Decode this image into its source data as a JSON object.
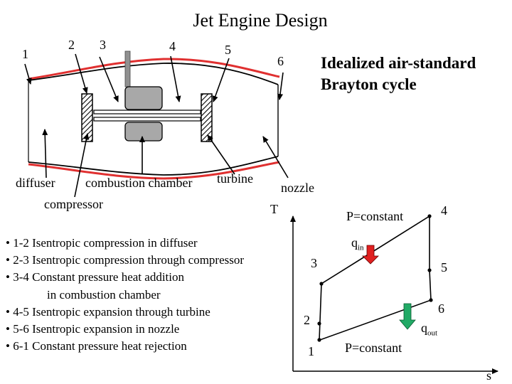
{
  "title": "Jet Engine Design",
  "stations": {
    "s1": "1",
    "s2": "2",
    "s3": "3",
    "s4": "4",
    "s5": "5",
    "s6": "6"
  },
  "components": {
    "diffuser": "diffuser",
    "combustion_chamber": "combustion chamber",
    "turbine": "turbine",
    "compressor": "compressor",
    "nozzle": "nozzle"
  },
  "cycle_heading": {
    "line1": "Idealized air-standard",
    "line2": "Brayton cycle"
  },
  "processes": [
    "• 1-2 Isentropic compression in diffuser",
    "• 2-3 Isentropic compression through compressor",
    "• 3-4 Constant pressure heat addition",
    "in combustion chamber",
    "• 4-5 Isentropic expansion through turbine",
    "• 5-6 Isentropic expansion in nozzle",
    "• 6-1 Constant pressure heat rejection"
  ],
  "ts_diagram": {
    "y_axis": "T",
    "x_axis": "s",
    "p_top": "P=constant",
    "p_bottom": "P=constant",
    "q_in": "q",
    "q_in_sub": "in",
    "q_out": "q",
    "q_out_sub": "out",
    "points": {
      "p1": "1",
      "p2": "2",
      "p3": "3",
      "p4": "4",
      "p5": "5",
      "p6": "6"
    }
  },
  "colors": {
    "casing_outline": "#e03030",
    "heat_in_arrow": "#e02020",
    "heat_out_arrow": "#22aa66",
    "shaft": "#909090",
    "combustor_fill": "#a8a8a8"
  }
}
